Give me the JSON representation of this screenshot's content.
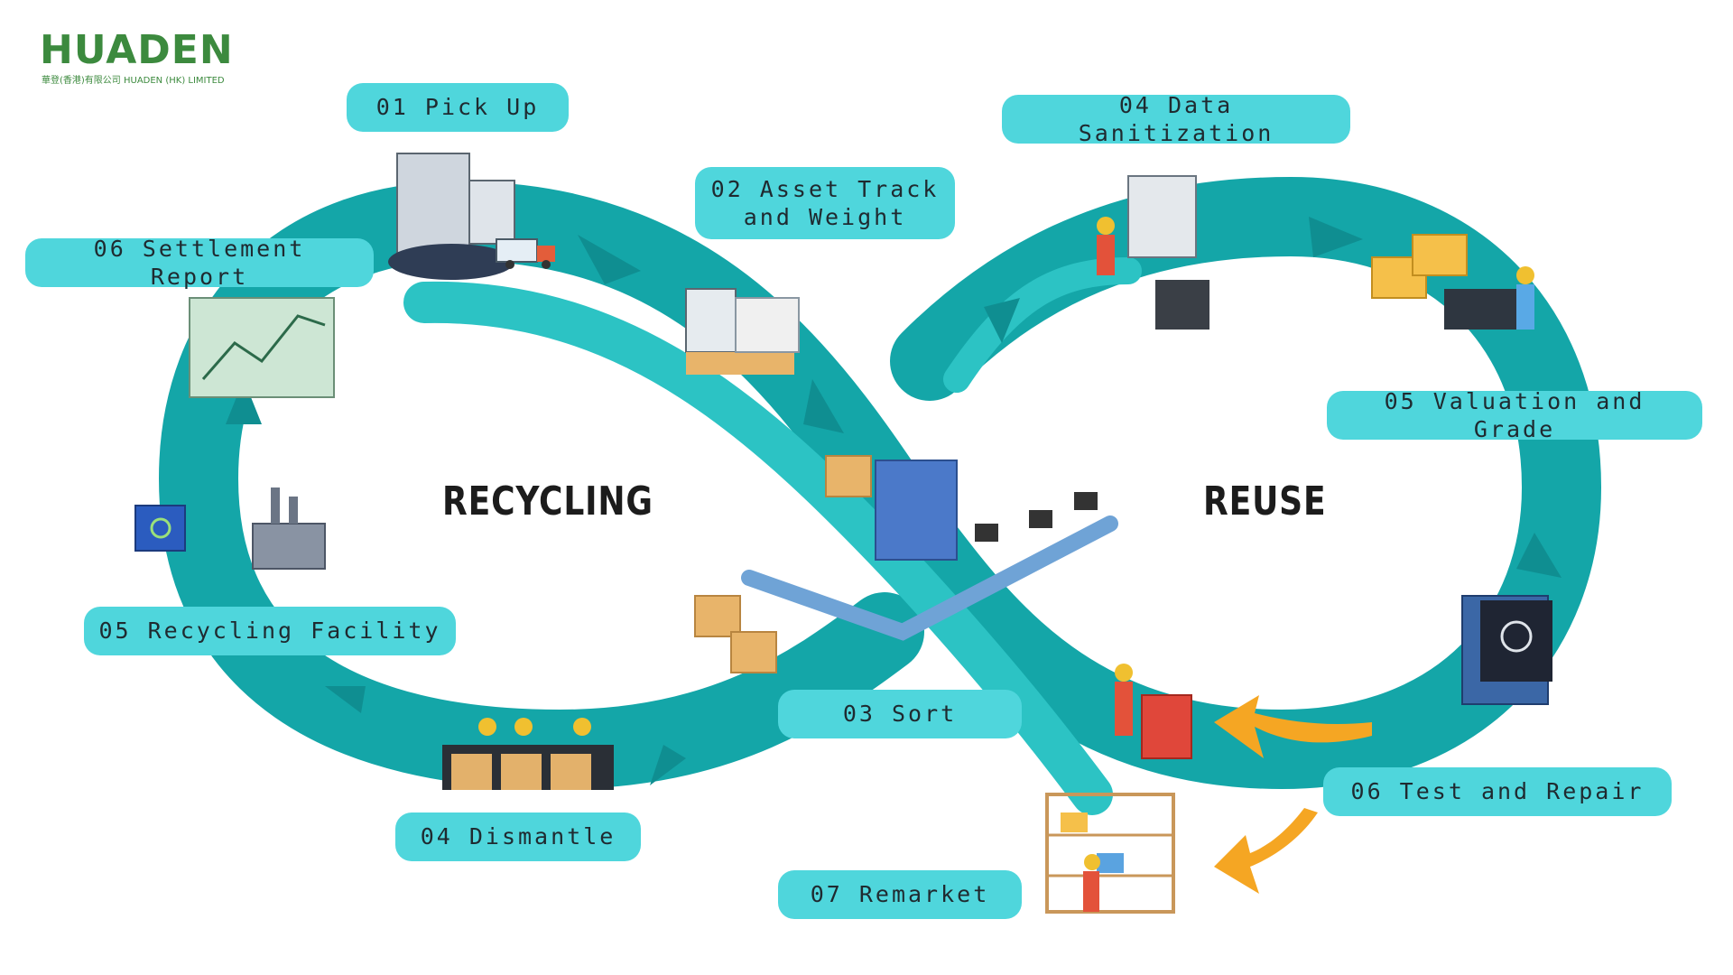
{
  "logo": {
    "wordmark": "HUADEN",
    "tagline": "華登(香港)有限公司 HUADEN (HK) LIMITED"
  },
  "loops": {
    "left_title": "RECYCLING",
    "right_title": "REUSE"
  },
  "steps": {
    "pick_up": "01 Pick Up",
    "asset_track": "02 Asset Track\nand Weight",
    "sort": "03 Sort",
    "dismantle": "04 Dismantle",
    "recycling_facility": "05 Recycling Facility",
    "settlement_report": "06 Settlement Report",
    "data_sanitization": "04 Data Sanitization",
    "valuation_grade": "05 Valuation and Grade",
    "test_repair": "06 Test and Repair",
    "remarket": "07 Remarket"
  },
  "colors": {
    "loop_dark": "#12a3a6",
    "loop_light": "#2cc3c4",
    "arrow": "#0f8e91",
    "pill": "#4fd6dc",
    "orange_arrow": "#f5a623",
    "logo_green": "#3c8a3e"
  },
  "icons": [
    "truck-icon",
    "computer-stack-icon",
    "factory-icon",
    "recycle-bin-icon",
    "conveyor-icon",
    "box-icon",
    "worker-icon",
    "server-icon",
    "shelf-icon",
    "monitor-icon"
  ]
}
